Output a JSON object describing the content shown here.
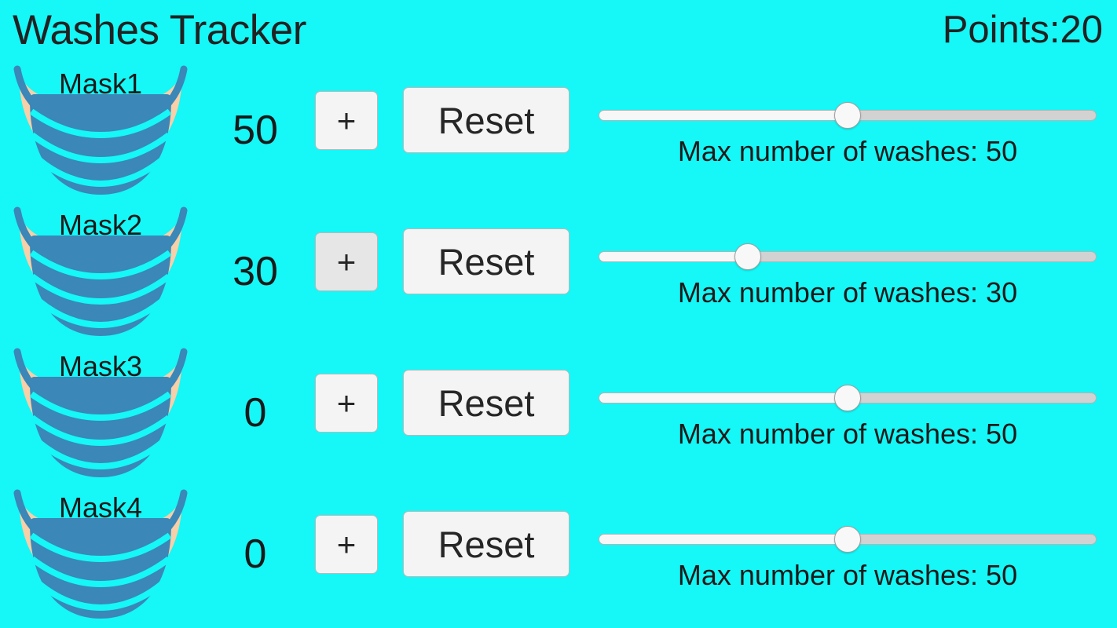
{
  "app": {
    "title": "Washes Tracker",
    "points_label": "Points:20",
    "background_color": "#16f7f7",
    "text_color": "#222222"
  },
  "icons": {
    "mask": "face-mask-icon",
    "plus": "plus-icon"
  },
  "common": {
    "plus_label": "+",
    "reset_label": "Reset",
    "caption_prefix": "Max number of washes: ",
    "mask_color": "#3a87b8",
    "mask_strap_color": "#f7cfa8"
  },
  "rows": [
    {
      "mask_label": "Mask1",
      "count": "50",
      "plus_label": "+",
      "reset_label": "Reset",
      "slider_percent": 50,
      "slider_value": "50",
      "caption": "Max number of washes: 50",
      "plus_active": false
    },
    {
      "mask_label": "Mask2",
      "count": "30",
      "plus_label": "+",
      "reset_label": "Reset",
      "slider_percent": 30,
      "slider_value": "30",
      "caption": "Max number of washes: 30",
      "plus_active": true
    },
    {
      "mask_label": "Mask3",
      "count": "0",
      "plus_label": "+",
      "reset_label": "Reset",
      "slider_percent": 50,
      "slider_value": "50",
      "caption": "Max number of washes: 50",
      "plus_active": false
    },
    {
      "mask_label": "Mask4",
      "count": "0",
      "plus_label": "+",
      "reset_label": "Reset",
      "slider_percent": 50,
      "slider_value": "50",
      "caption": "Max number of washes: 50",
      "plus_active": false
    }
  ]
}
